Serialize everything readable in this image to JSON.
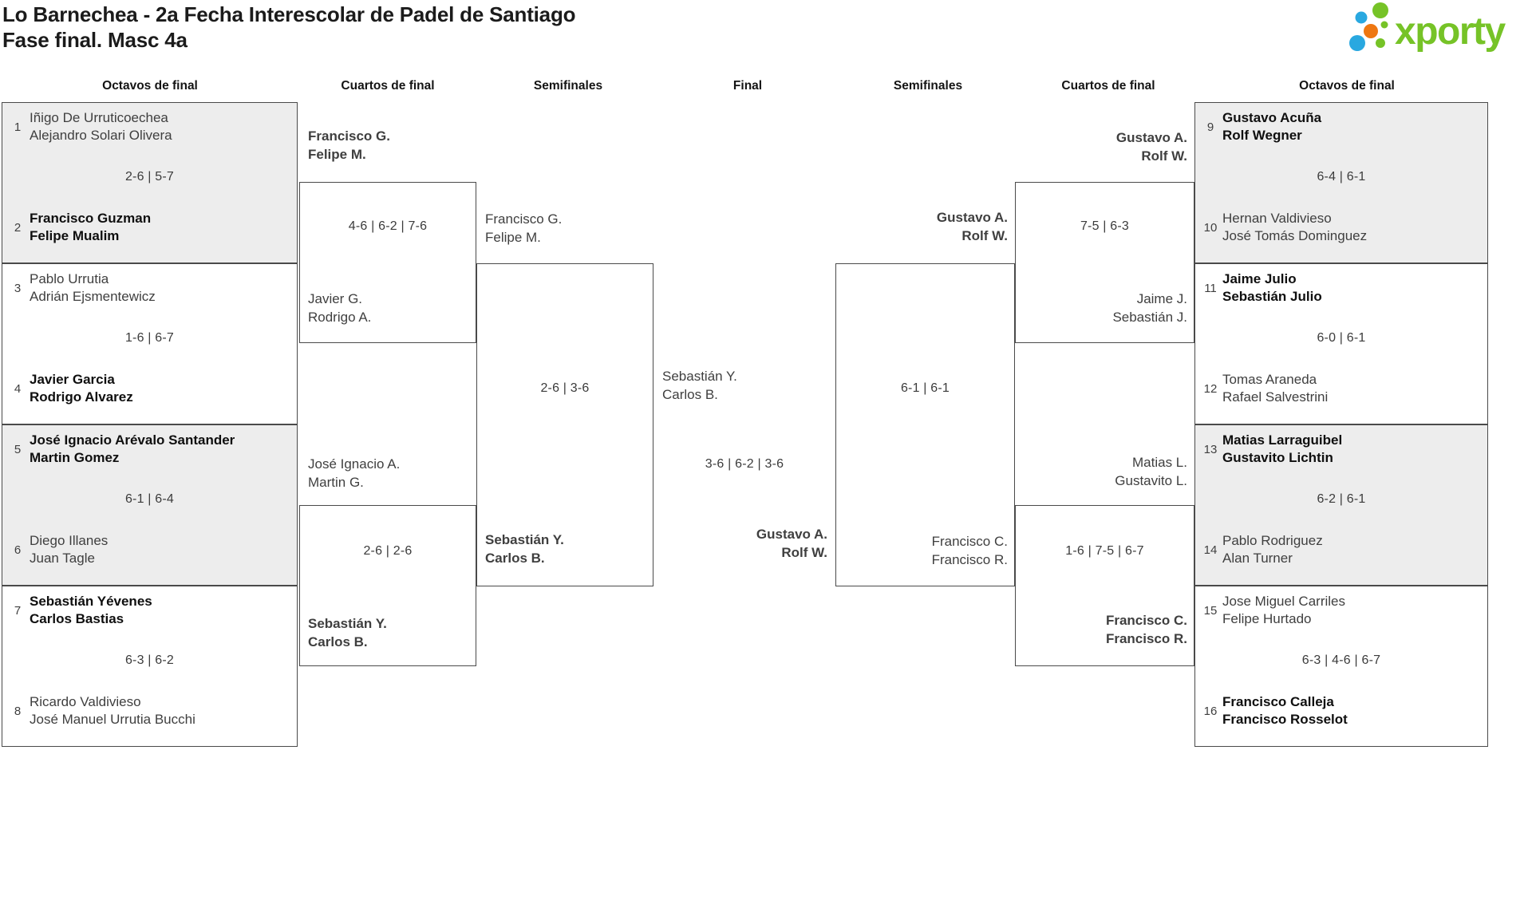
{
  "header": {
    "title_line1": "Lo Barnechea - 2a Fecha Interescolar de Padel de Santiago",
    "title_line2": "Fase final. Masc 4a",
    "logo_text": "xporty"
  },
  "round_headers": {
    "octavos_left": "Octavos de final",
    "cuartos_left": "Cuartos de final",
    "semis_left": "Semifinales",
    "final": "Final",
    "semis_right": "Semifinales",
    "cuartos_right": "Cuartos de final",
    "octavos_right": "Octavos de final"
  },
  "octavos_left": [
    {
      "seed_top": "1",
      "top1": "Iñigo De Urruticoechea",
      "top2": "Alejandro Solari Olivera",
      "score": "2-6 | 5-7",
      "seed_bot": "2",
      "bot1": "Francisco Guzman",
      "bot2": "Felipe Mualim",
      "winner": "bottom"
    },
    {
      "seed_top": "3",
      "top1": "Pablo Urrutia",
      "top2": "Adrián Ejsmentewicz",
      "score": "1-6 | 6-7",
      "seed_bot": "4",
      "bot1": "Javier Garcia",
      "bot2": "Rodrigo Alvarez",
      "winner": "bottom"
    },
    {
      "seed_top": "5",
      "top1": "José Ignacio Arévalo Santander",
      "top2": "Martin Gomez",
      "score": "6-1 | 6-4",
      "seed_bot": "6",
      "bot1": "Diego Illanes",
      "bot2": "Juan Tagle",
      "winner": "top"
    },
    {
      "seed_top": "7",
      "top1": "Sebastián Yévenes",
      "top2": "Carlos Bastias",
      "score": "6-3 | 6-2",
      "seed_bot": "8",
      "bot1": "Ricardo Valdivieso",
      "bot2": "José Manuel Urrutia Bucchi",
      "winner": "top"
    }
  ],
  "cuartos_left": [
    {
      "top1": "Francisco G.",
      "top2": "Felipe M.",
      "score": "4-6 | 6-2 | 7-6",
      "bot1": "Javier G.",
      "bot2": "Rodrigo A.",
      "winner": "top"
    },
    {
      "top1": "José Ignacio A.",
      "top2": "Martin G.",
      "score": "2-6 | 2-6",
      "bot1": "Sebastián Y.",
      "bot2": "Carlos B.",
      "winner": "bottom"
    }
  ],
  "semis_left": {
    "top1": "Francisco G.",
    "top2": "Felipe M.",
    "score": "2-6 | 3-6",
    "bot1": "Sebastián Y.",
    "bot2": "Carlos B.",
    "winner": "bottom"
  },
  "final": {
    "left1": "Sebastián Y.",
    "left2": "Carlos B.",
    "score": "3-6 | 6-2 | 3-6",
    "right1": "Gustavo A.",
    "right2": "Rolf W.",
    "winner": "right"
  },
  "semis_right": {
    "top1": "Gustavo A.",
    "top2": "Rolf W.",
    "score": "6-1 | 6-1",
    "bot1": "Francisco C.",
    "bot2": "Francisco R.",
    "winner": "top"
  },
  "cuartos_right": [
    {
      "top1": "Gustavo A.",
      "top2": "Rolf W.",
      "score": "7-5 | 6-3",
      "bot1": "Jaime J.",
      "bot2": "Sebastián J.",
      "winner": "top"
    },
    {
      "top1": "Matias L.",
      "top2": "Gustavito L.",
      "score": "1-6 | 7-5 | 6-7",
      "bot1": "Francisco C.",
      "bot2": "Francisco R.",
      "winner": "bottom"
    }
  ],
  "octavos_right": [
    {
      "seed_top": "9",
      "top1": "Gustavo Acuña",
      "top2": "Rolf Wegner",
      "score": "6-4 | 6-1",
      "seed_bot": "10",
      "bot1": "Hernan Valdivieso",
      "bot2": "José Tomás Dominguez",
      "winner": "top"
    },
    {
      "seed_top": "11",
      "top1": "Jaime Julio",
      "top2": "Sebastián Julio",
      "score": "6-0 | 6-1",
      "seed_bot": "12",
      "bot1": "Tomas Araneda",
      "bot2": "Rafael Salvestrini",
      "winner": "top"
    },
    {
      "seed_top": "13",
      "top1": "Matias Larraguibel",
      "top2": "Gustavito Lichtin",
      "score": "6-2 | 6-1",
      "seed_bot": "14",
      "bot1": "Pablo Rodriguez",
      "bot2": "Alan Turner",
      "winner": "top"
    },
    {
      "seed_top": "15",
      "top1": "Jose Miguel Carriles",
      "top2": "Felipe Hurtado",
      "score": "6-3 | 4-6 | 6-7",
      "seed_bot": "16",
      "bot1": "Francisco Calleja",
      "bot2": "Francisco Rosselot",
      "winner": "bottom"
    }
  ],
  "colors": {
    "accent_green": "#76c327",
    "dot_blue": "#29a8e0",
    "dot_orange": "#ee7711",
    "box_border": "#4a4a4a",
    "box_shaded": "#ededed",
    "winner_text": "#0f0f0f",
    "loser_text": "#3f3f3f"
  }
}
